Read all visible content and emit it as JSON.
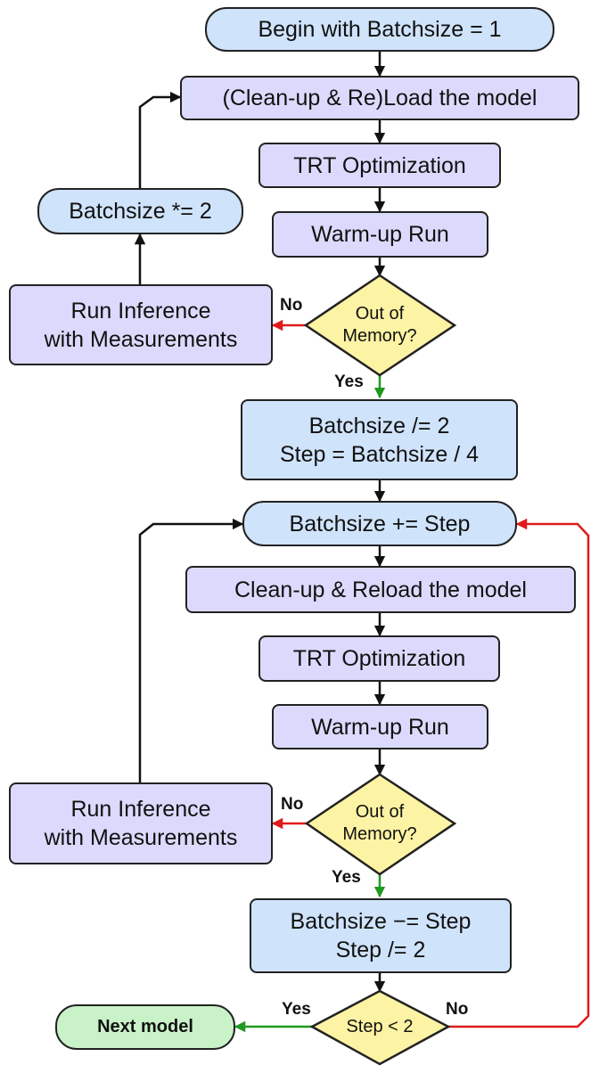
{
  "nodes": {
    "begin": "Begin with Batchsize = 1",
    "load1": "(Clean-up & Re)Load the model",
    "trt1": "TRT Optimization",
    "warm1": "Warm-up Run",
    "batch_mul": "Batchsize *= 2",
    "run1_line1": "Run Inference",
    "run1_line2": "with Measurements",
    "oom1_line1": "Out of",
    "oom1_line2": "Memory?",
    "div_line1": "Batchsize /= 2",
    "div_line2": "Step = Batchsize / 4",
    "batch_add": "Batchsize += Step",
    "load2": "Clean-up & Reload the model",
    "trt2": "TRT Optimization",
    "warm2": "Warm-up Run",
    "run2_line1": "Run Inference",
    "run2_line2": "with Measurements",
    "oom2_line1": "Out of",
    "oom2_line2": "Memory?",
    "sub_line1": "Batchsize −= Step",
    "sub_line2": "Step /= 2",
    "step_check": "Step < 2",
    "next": "Next model"
  },
  "edge_labels": {
    "oom1_no": "No",
    "oom1_yes": "Yes",
    "oom2_no": "No",
    "oom2_yes": "Yes",
    "step_yes": "Yes",
    "step_no": "No"
  },
  "colors": {
    "pill_fill": "#cfe3fb",
    "process_fill": "#dcdafc",
    "decision_fill": "#fdf3a4",
    "terminal_fill": "#c9f2c9",
    "no_edge": "#e01b1b",
    "yes_edge": "#1f9a1f",
    "flow_edge": "#111111"
  }
}
